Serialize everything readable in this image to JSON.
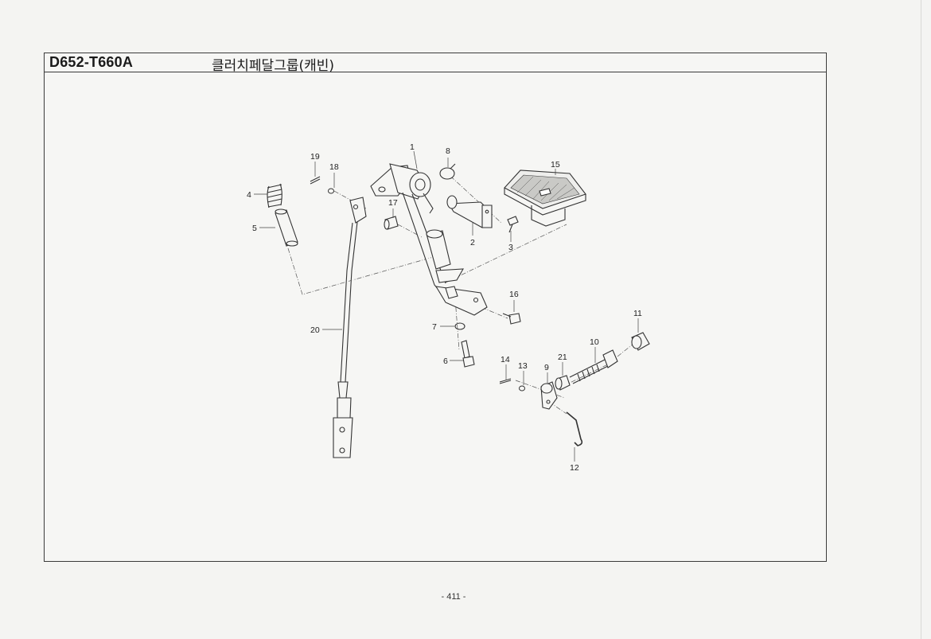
{
  "header": {
    "code": "D652-T660A",
    "title": "클러치페달그룹(캐빈)"
  },
  "callouts": {
    "p1": "1",
    "p2": "2",
    "p3": "3",
    "p4": "4",
    "p5": "5",
    "p6": "6",
    "p7": "7",
    "p8": "8",
    "p9": "9",
    "p10": "10",
    "p11": "11",
    "p12": "12",
    "p13": "13",
    "p14": "14",
    "p15": "15",
    "p16": "16",
    "p17": "17",
    "p18": "18",
    "p19": "19",
    "p20": "20",
    "p21": "21"
  },
  "footer": {
    "page_number": "- 411 -"
  }
}
